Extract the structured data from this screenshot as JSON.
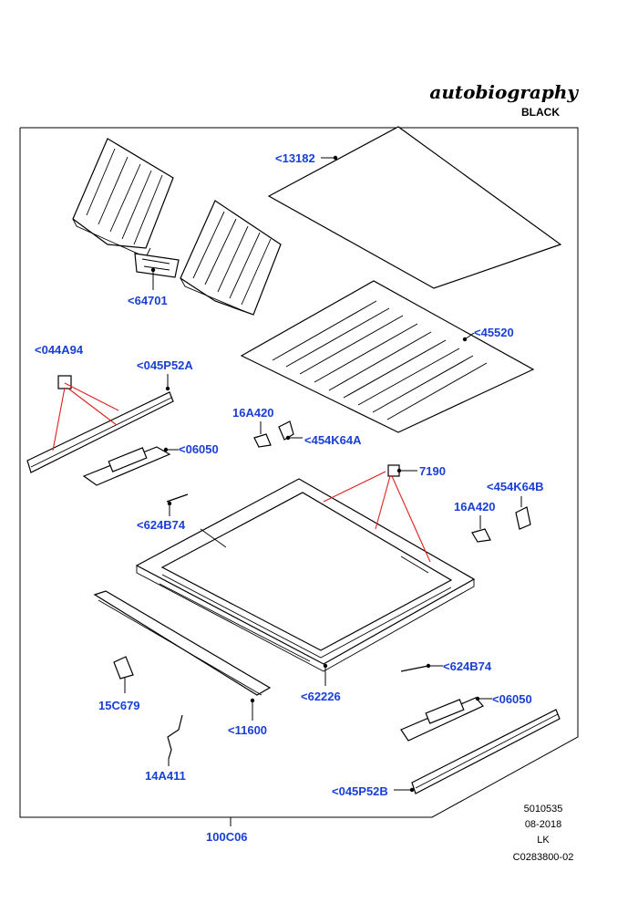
{
  "brand": {
    "script": "autobiography",
    "sub": "BLACK"
  },
  "callouts": [
    {
      "id": "13182",
      "text": "<13182"
    },
    {
      "id": "64701",
      "text": "<64701"
    },
    {
      "id": "45520",
      "text": "<45520"
    },
    {
      "id": "044A94",
      "text": "<044A94"
    },
    {
      "id": "045P52A",
      "text": "<045P52A"
    },
    {
      "id": "16A420a",
      "text": "16A420"
    },
    {
      "id": "454K64A",
      "text": "<454K64A"
    },
    {
      "id": "06050a",
      "text": "<06050"
    },
    {
      "id": "7190",
      "text": "7190"
    },
    {
      "id": "454K64B",
      "text": "<454K64B"
    },
    {
      "id": "16A420b",
      "text": "16A420"
    },
    {
      "id": "624B74a",
      "text": "<624B74"
    },
    {
      "id": "624B74b",
      "text": "<624B74"
    },
    {
      "id": "62226",
      "text": "<62226"
    },
    {
      "id": "06050b",
      "text": "<06050"
    },
    {
      "id": "15C679",
      "text": "15C679"
    },
    {
      "id": "11600",
      "text": "<11600"
    },
    {
      "id": "14A411",
      "text": "14A411"
    },
    {
      "id": "045P52B",
      "text": "<045P52B"
    },
    {
      "id": "100C06",
      "text": "100C06"
    }
  ],
  "meta": {
    "line1": "5010535",
    "line2": "08-2018",
    "line3": "LK",
    "line4": "C0283800-02"
  },
  "colors": {
    "callout": "#1a3fd6",
    "leader_red": "#e02020",
    "line": "#000000"
  }
}
